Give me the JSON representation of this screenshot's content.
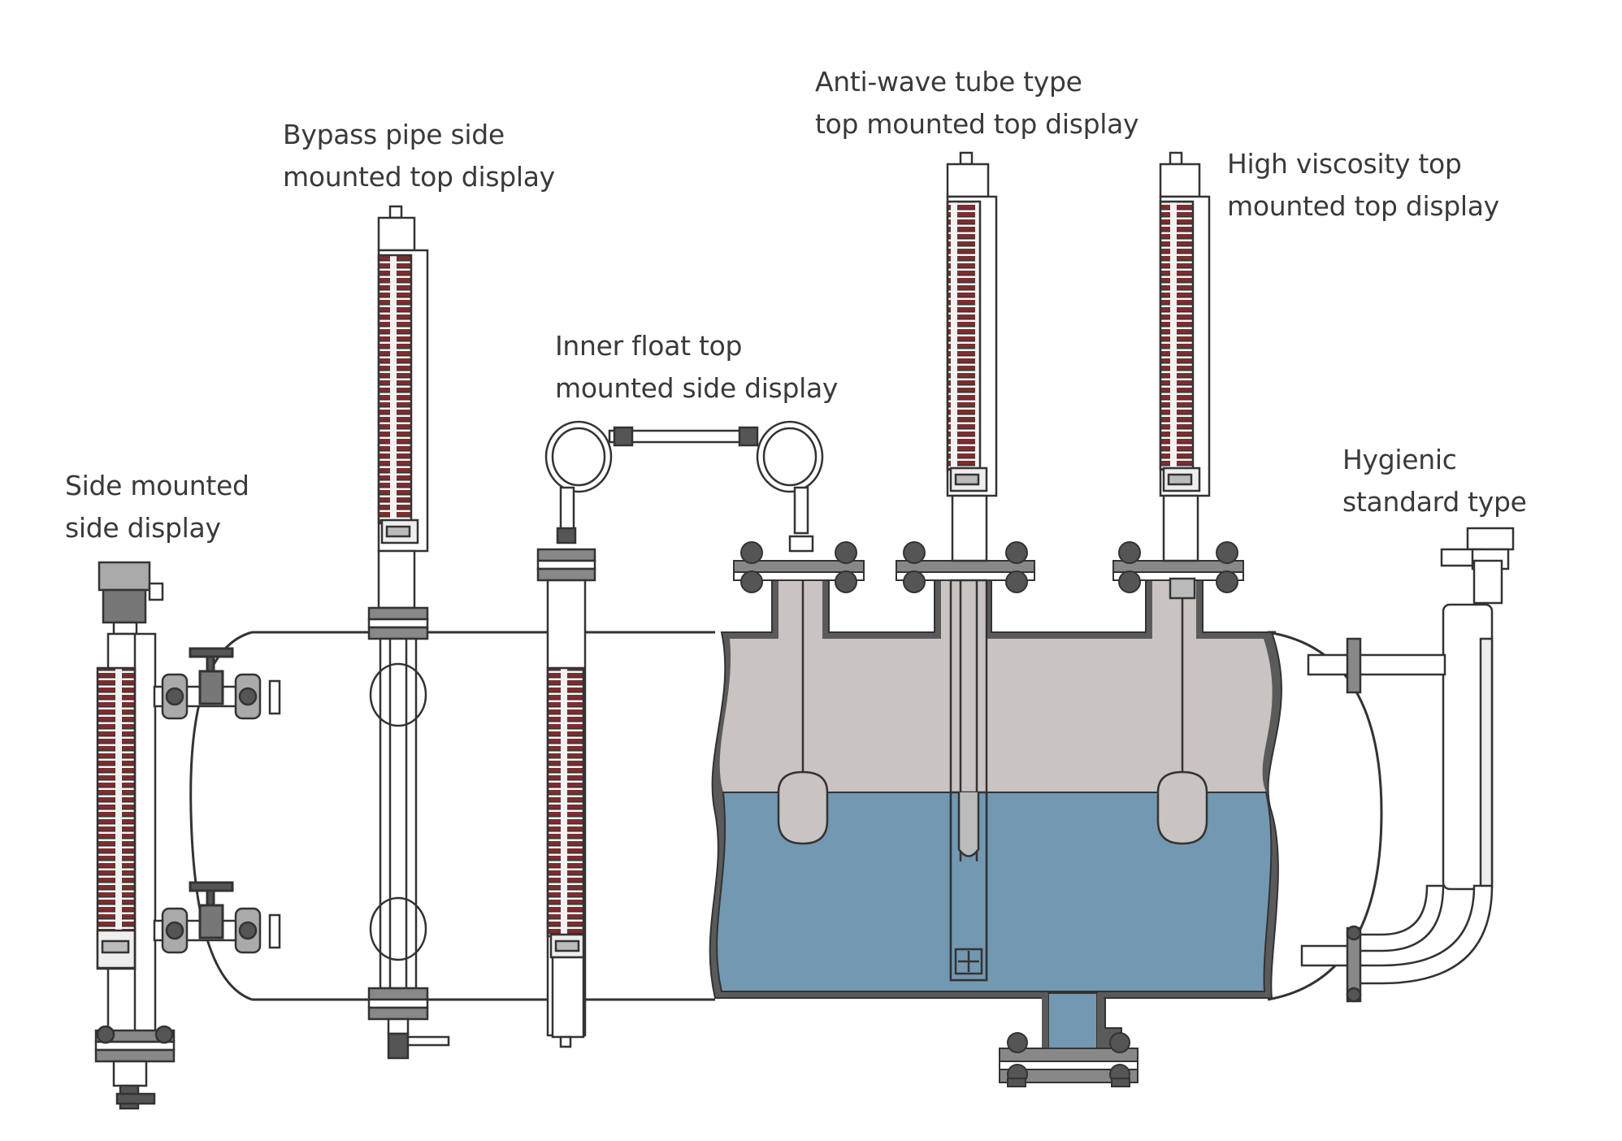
{
  "labels": {
    "side_mounted": {
      "line1": "Side mounted",
      "line2": "side display"
    },
    "bypass_pipe": {
      "line1": "Bypass pipe side",
      "line2": "mounted top display"
    },
    "inner_float": {
      "line1": "Inner float top",
      "line2": "mounted side display"
    },
    "anti_wave": {
      "line1": "Anti-wave tube type",
      "line2": "top mounted top display"
    },
    "high_viscosity": {
      "line1": "High viscosity top",
      "line2": "mounted top display"
    },
    "hygienic": {
      "line1": "Hygienic",
      "line2": "standard type"
    }
  },
  "colors": {
    "outline": "#333333",
    "liquid": "#7398b2",
    "vapor": "#c9c3c1",
    "flange": "#555555",
    "indicator_red": "#8b2a2a",
    "background": "#ffffff"
  },
  "icons": [
    "valve-handwheel-icon",
    "flange-bolt-icon",
    "magnetic-flap-indicator-icon",
    "float-ball-icon"
  ]
}
